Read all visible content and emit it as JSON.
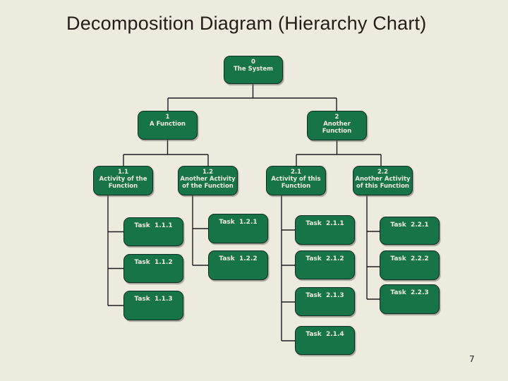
{
  "slide": {
    "title": "Decomposition Diagram (Hierarchy Chart)",
    "page_number": "7",
    "background_color": "#EDEADE"
  },
  "palette": {
    "box_fill": "#177447",
    "box_border": "#0E2E1E",
    "box_text": "#F0EDE2",
    "connector_line": "#1C1C1C",
    "title_color": "#241D15"
  },
  "chart_data": {
    "type": "table",
    "title": "Decomposition Diagram (Hierarchy Chart)",
    "hierarchy": [
      {
        "id": "0",
        "label": "The System",
        "parent": null
      },
      {
        "id": "1",
        "label": "A Function",
        "parent": "0"
      },
      {
        "id": "2",
        "label": "Another Function",
        "parent": "0"
      },
      {
        "id": "1.1",
        "label": "Activity of the Function",
        "parent": "1"
      },
      {
        "id": "1.2",
        "label": "Another Activity of the Function",
        "parent": "1"
      },
      {
        "id": "2.1",
        "label": "Activity of this Function",
        "parent": "2"
      },
      {
        "id": "2.2",
        "label": "Another Activity of this Function",
        "parent": "2"
      },
      {
        "id": "1.1.1",
        "label": "Task 1.1.1",
        "parent": "1.1"
      },
      {
        "id": "1.1.2",
        "label": "Task 1.1.2",
        "parent": "1.1"
      },
      {
        "id": "1.1.3",
        "label": "Task 1.1.3",
        "parent": "1.1"
      },
      {
        "id": "1.2.1",
        "label": "Task 1.2.1",
        "parent": "1.2"
      },
      {
        "id": "1.2.2",
        "label": "Task 1.2.2",
        "parent": "1.2"
      },
      {
        "id": "2.1.1",
        "label": "Task 2.1.1",
        "parent": "2.1"
      },
      {
        "id": "2.1.2",
        "label": "Task 2.1.2",
        "parent": "2.1"
      },
      {
        "id": "2.1.3",
        "label": "Task 2.1.3",
        "parent": "2.1"
      },
      {
        "id": "2.1.4",
        "label": "Task 2.1.4",
        "parent": "2.1"
      },
      {
        "id": "2.2.1",
        "label": "Task 2.2.1",
        "parent": "2.2"
      },
      {
        "id": "2.2.2",
        "label": "Task 2.2.2",
        "parent": "2.2"
      },
      {
        "id": "2.2.3",
        "label": "Task 2.2.3",
        "parent": "2.2"
      }
    ]
  },
  "tree": {
    "nodes": [
      {
        "lines": [
          "0",
          "The System"
        ]
      },
      {
        "lines": [
          "1",
          "A Function"
        ]
      },
      {
        "lines": [
          "2",
          "Another",
          "Function"
        ]
      },
      {
        "lines": [
          "1.1",
          "Activity of the",
          "Function"
        ]
      },
      {
        "lines": [
          "1.2",
          "Another Activity",
          "of the Function"
        ]
      },
      {
        "lines": [
          "2.1",
          "Activity of this",
          "Function"
        ]
      },
      {
        "lines": [
          "2.2",
          "Another Activity",
          "of this Function"
        ]
      }
    ],
    "tasks": [
      {
        "label": "Task  1.1.1"
      },
      {
        "label": "Task  1.1.2"
      },
      {
        "label": "Task  1.1.3"
      },
      {
        "label": "Task  1.2.1"
      },
      {
        "label": "Task  1.2.2"
      },
      {
        "label": "Task  2.1.1"
      },
      {
        "label": "Task  2.1.2"
      },
      {
        "label": "Task  2.1.3"
      },
      {
        "label": "Task  2.1.4"
      },
      {
        "label": "Task  2.2.1"
      },
      {
        "label": "Task  2.2.2"
      },
      {
        "label": "Task  2.2.3"
      }
    ]
  }
}
